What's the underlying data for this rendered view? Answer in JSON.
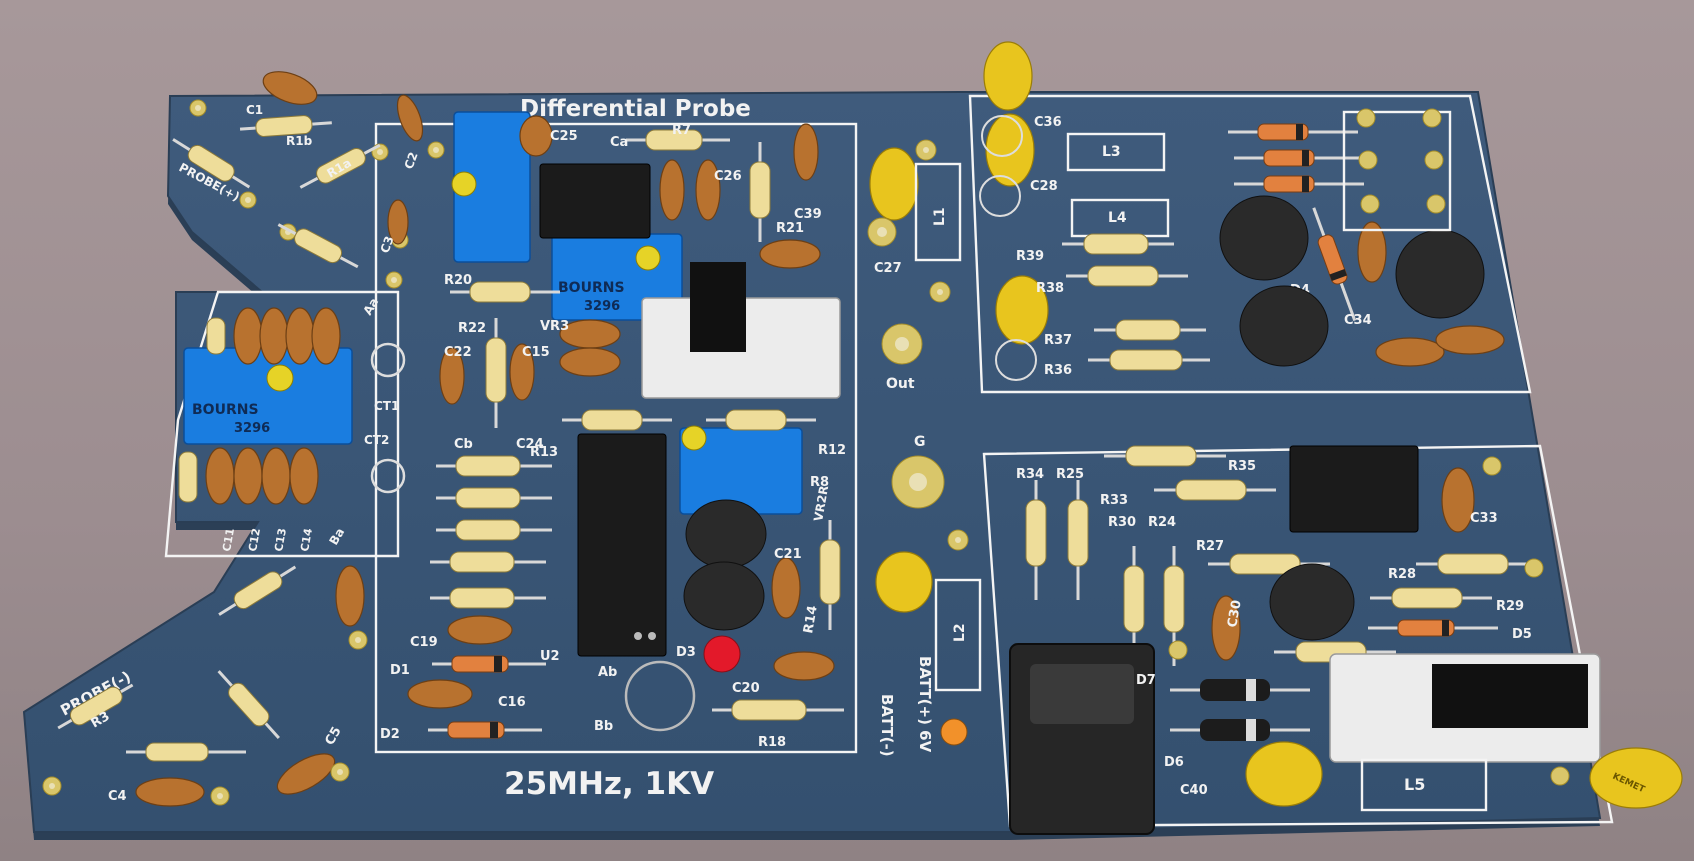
{
  "board": {
    "title": "Differential Probe",
    "spec": "25MHz, 1KV",
    "colors": {
      "board": "#3b5675",
      "silkscreen": "#f2f2f2",
      "pad": "#d9c66a",
      "ceramic_cap": "#b8722f",
      "tantalum_cap": "#e8c51e",
      "trimmer": "#1a7de0"
    }
  },
  "labels": {
    "probe_pos": "PROBE(+)",
    "probe_neg": "PROBE(-)",
    "out": "Out",
    "g": "G",
    "batt_pos": "BATT(+) 6V",
    "batt_neg": "BATT(-)",
    "bourns": "BOURNS",
    "model": "3296",
    "brand": "KEMET"
  },
  "refdes": {
    "c1": "C1",
    "r1b": "R1b",
    "r1a": "R1a",
    "c2": "C2",
    "c3": "C3",
    "c25": "C25",
    "ca": "Ca",
    "r7": "R7",
    "c26": "C26",
    "c39": "C39",
    "r21": "R21",
    "r20": "R20",
    "r22": "R22",
    "vr3": "VR3",
    "c22": "C22",
    "c15": "C15",
    "cb": "Cb",
    "c24": "C24",
    "r13": "R13",
    "c19": "C19",
    "d1": "D1",
    "d2": "D2",
    "u2": "U2",
    "c16": "C16",
    "ab": "Ab",
    "bb": "Bb",
    "d3": "D3",
    "c20": "C20",
    "r18": "R18",
    "r14": "R14",
    "c21": "C21",
    "r12": "R12",
    "r8": "R8",
    "vr2r": "VR2R",
    "ct1": "CT1",
    "ct2": "CT2",
    "aa": "Aa",
    "ba": "Ba",
    "c11": "C11",
    "c12": "C12",
    "c13": "C13",
    "c14": "C14",
    "c4": "C4",
    "c5": "C5",
    "r3": "R3",
    "c27": "C27",
    "l1": "L1",
    "c28": "C28",
    "c36": "C36",
    "l3": "L3",
    "l4": "L4",
    "r39": "R39",
    "r38": "R38",
    "r37": "R37",
    "r36": "R36",
    "d4": "D4",
    "c34": "C34",
    "c40": "C40",
    "l2": "L2",
    "l5": "L5",
    "r34": "R34",
    "r25": "R25",
    "r35": "R35",
    "r33": "R33",
    "r30": "R30",
    "r24": "R24",
    "r27": "R27",
    "r28": "R28",
    "r29": "R29",
    "c30": "C30",
    "c33": "C33",
    "d5": "D5",
    "d6": "D6",
    "d7": "D7"
  }
}
